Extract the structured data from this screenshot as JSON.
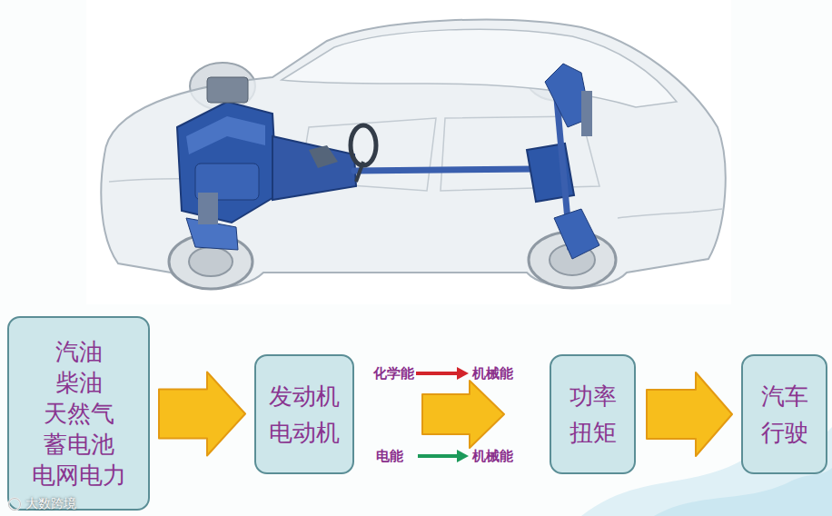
{
  "diagram": {
    "nodes": [
      {
        "text": [
          "汽油 柴油 天然气 蓄电池 电网电力"
        ]
      },
      {
        "text": [
          "发动机 电动机"
        ]
      },
      {
        "text": [
          "功率 扭矩"
        ]
      },
      {
        "text": [
          "汽车 行驶"
        ]
      }
    ],
    "edges": [
      {
        "from": 0,
        "to": 1,
        "arrow": "to"
      },
      {
        "from": 1,
        "to": 2,
        "arrow": "to"
      },
      {
        "from": 2,
        "to": 3,
        "arrow": "to"
      }
    ],
    "labels": [
      "化学能",
      "机械能",
      "电能",
      "机械能",
      "大数跨境"
    ]
  }
}
